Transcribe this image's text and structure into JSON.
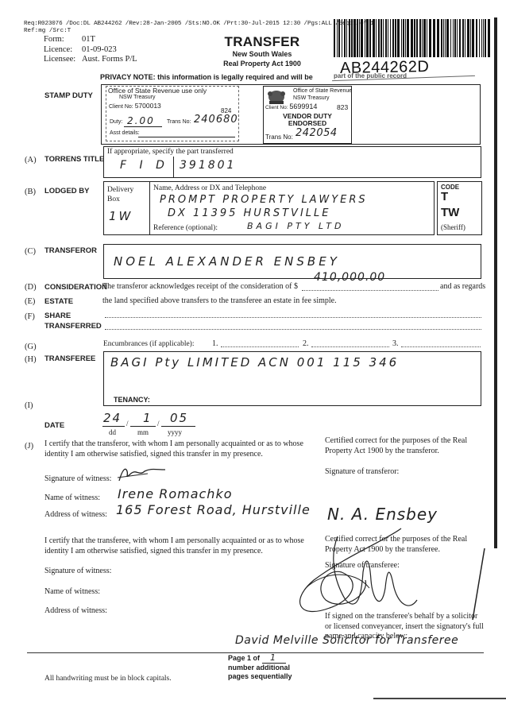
{
  "header": {
    "request_line_1": "Req:R023076 /Doc:DL AB244262 /Rev:28-Jan-2005 /Sts:NO.OK  /Prt:30-Jul-2015 12:30 /Pgs:ALL /Seq:1 of 1",
    "request_line_2": "Ref:mg /Src:T",
    "form_label": "Form:",
    "form_value": "01T",
    "licence_label": "Licence:",
    "licence_value": "01-09-023",
    "licensee_label": "Licensee:",
    "licensee_value": "Aust. Forms P/L",
    "title": "TRANSFER",
    "subtitle_1": "New South Wales",
    "subtitle_2": "Real Property Act 1900",
    "dealing_number": "AB244262D",
    "privacy_note": "PRIVACY NOTE: this information is legally required and will be",
    "privacy_note_tail": "part of the public record"
  },
  "stamp_duty": {
    "label": "STAMP DUTY",
    "stamp1": {
      "title": "Office of State Revenue use only",
      "dept": "NSW Treasury",
      "client_no_label": "Client No:",
      "client_no": "5700013",
      "code": "824",
      "duty_label": "Duty:",
      "duty_value": "2.00",
      "trans_no_label": "Trans No:",
      "trans_no": "240680",
      "asst_label": "Asst details:"
    },
    "stamp2": {
      "title": "Office of State Revenue",
      "dept": "NSW Treasury",
      "client_no_label": "Client No:",
      "client_no": "5699914",
      "code": "823",
      "endorse_1": "VENDOR DUTY",
      "endorse_2": "ENDORSED",
      "trans_no_label": "Trans No:",
      "trans_no": "242054"
    }
  },
  "sections": {
    "a": {
      "letter": "(A)",
      "label": "TORRENS TITLE",
      "hint": "If appropriate, specify the part transferred",
      "value_prefix": "F I D",
      "value": "391801"
    },
    "b": {
      "letter": "(B)",
      "label": "LODGED BY",
      "delivery_box_label_1": "Delivery",
      "delivery_box_label_2": "Box",
      "delivery_box_value": "1W",
      "name_label": "Name, Address or DX and Telephone",
      "name_line_1": "PROMPT PROPERTY LAWYERS",
      "name_line_2": "DX 11395 HURSTVILLE",
      "reference_label": "Reference (optional):",
      "reference_value": "BAGI PTY LTD",
      "code_label": "CODE",
      "code_1": "T",
      "code_2": "TW",
      "code_3": "(Sheriff)"
    },
    "c": {
      "letter": "(C)",
      "label": "TRANSFEROR",
      "value": "NOEL ALEXANDER ENSBEY"
    },
    "d": {
      "letter": "(D)",
      "label": "CONSIDERATION",
      "text_before": "The transferor acknowledges receipt of the consideration of $",
      "value": "410,000.00",
      "text_after": "and as regards"
    },
    "e": {
      "letter": "(E)",
      "label": "ESTATE",
      "text": "the land specified above transfers to the transferee an estate in fee simple."
    },
    "f": {
      "letter": "(F)",
      "label_1": "SHARE",
      "label_2": "TRANSFERRED"
    },
    "g": {
      "letter": "(G)",
      "encumbrances_label": "Encumbrances (if applicable):",
      "items": [
        "1.",
        "2.",
        "3."
      ]
    },
    "h": {
      "letter": "(H)",
      "label": "TRANSFEREE",
      "value": "BAGI Pty LIMITED ACN 001 115 346"
    },
    "i": {
      "letter": "(I)",
      "tenancy_label": "TENANCY:"
    },
    "date": {
      "label": "DATE",
      "dd": "24",
      "mm": "1",
      "yyyy": "05",
      "dd_label": "dd",
      "mm_label": "mm",
      "yyyy_label": "yyyy"
    },
    "j": {
      "letter": "(J)",
      "certify_transferor": "I certify that the transferor, with whom I am personally acquainted or as to whose identity I am otherwise satisfied, signed this transfer in my presence.",
      "sig_witness_label": "Signature of witness:",
      "name_witness_label": "Name of witness:",
      "name_witness_value": "Irene Romachko",
      "address_witness_label": "Address of witness:",
      "address_witness_value": "165 Forest Road, Hurstville",
      "certified_transferor": "Certified correct for the purposes of the Real Property Act 1900 by the transferor.",
      "sig_transferor_label": "Signature of transferor:",
      "sig_transferor_value": "N. A. Ensbey",
      "certify_transferee": "I certify that the transferee, with whom I am personally acquainted or as to whose identity I am otherwise satisfied, signed this transfer in my presence.",
      "sig_witness2_label": "Signature of witness:",
      "name_witness2_label": "Name of witness:",
      "address_witness2_label": "Address of witness:",
      "certified_transferee": "Certified correct for the purposes of the Real Property Act 1900 by the transferee.",
      "sig_transferee_label": "Signature of transferee:",
      "solicitor_note": "If signed on the transferee's behalf by a solicitor or licensed conveyancer, insert the signatory's full name and capacity below:",
      "solicitor_value": "David Melville Solicitor for Transferee"
    }
  },
  "footer": {
    "page_label": "Page 1 of",
    "page_value": "1",
    "page_note_1": "number additional",
    "page_note_2": "pages sequentially",
    "block_capitals": "All handwriting must be in block capitals."
  }
}
